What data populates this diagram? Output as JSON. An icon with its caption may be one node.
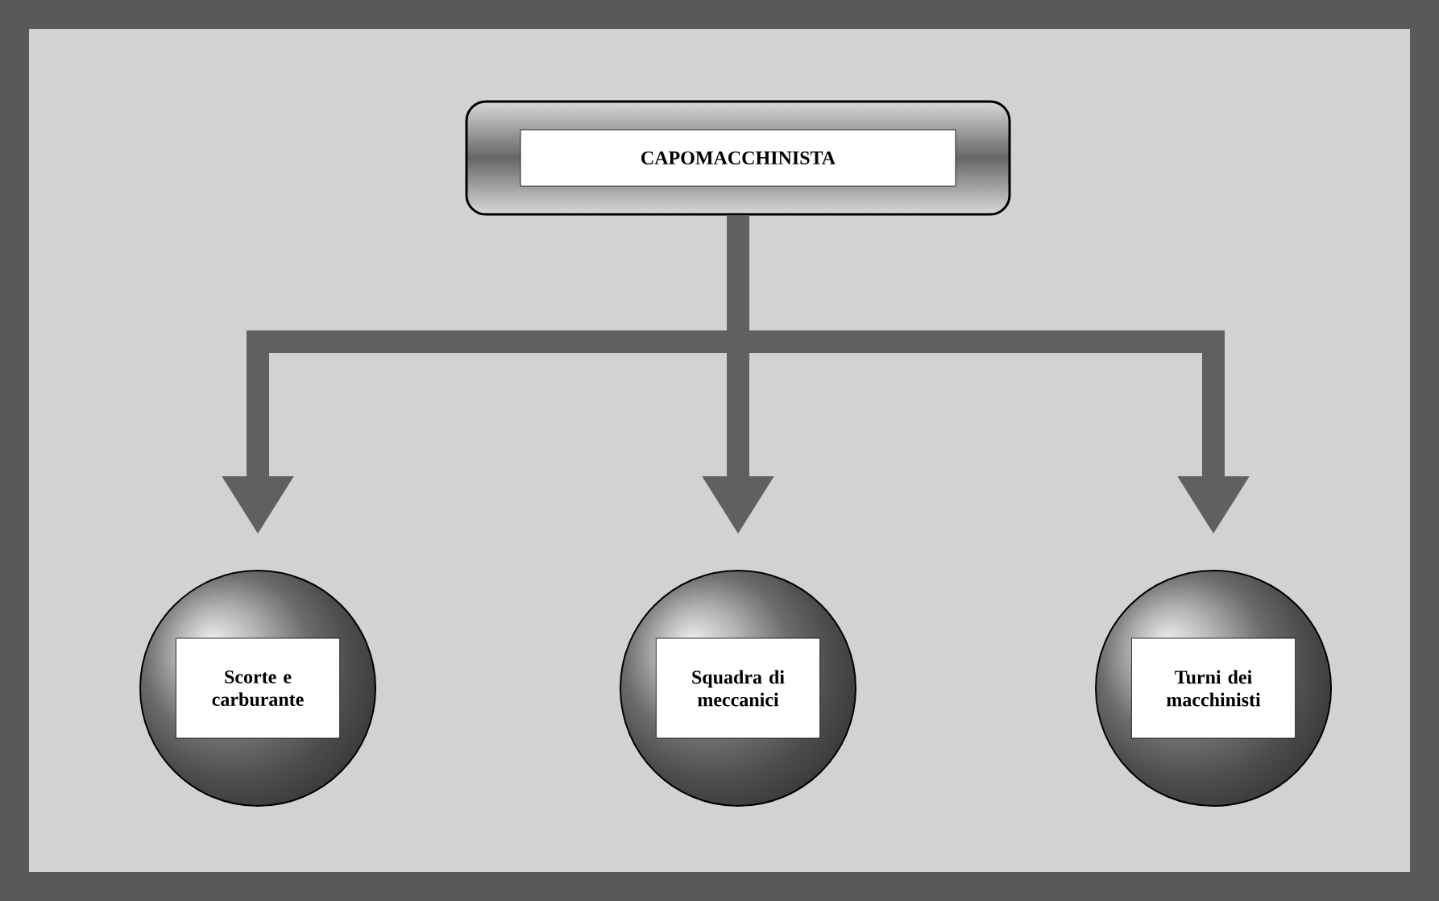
{
  "diagram": {
    "nodes": [
      {
        "text": [
          "CAPOMACCHINISTA"
        ]
      },
      {
        "text": [
          "Scorte e carburante"
        ]
      },
      {
        "text": [
          "Squadra di meccanici"
        ]
      },
      {
        "text": [
          "Turni dei macchinisti"
        ]
      }
    ],
    "edges": [
      {
        "from": 0,
        "to": 1,
        "arrow": "to"
      },
      {
        "from": 0,
        "to": 2,
        "arrow": "to"
      },
      {
        "from": 0,
        "to": 3,
        "arrow": "to"
      }
    ]
  }
}
